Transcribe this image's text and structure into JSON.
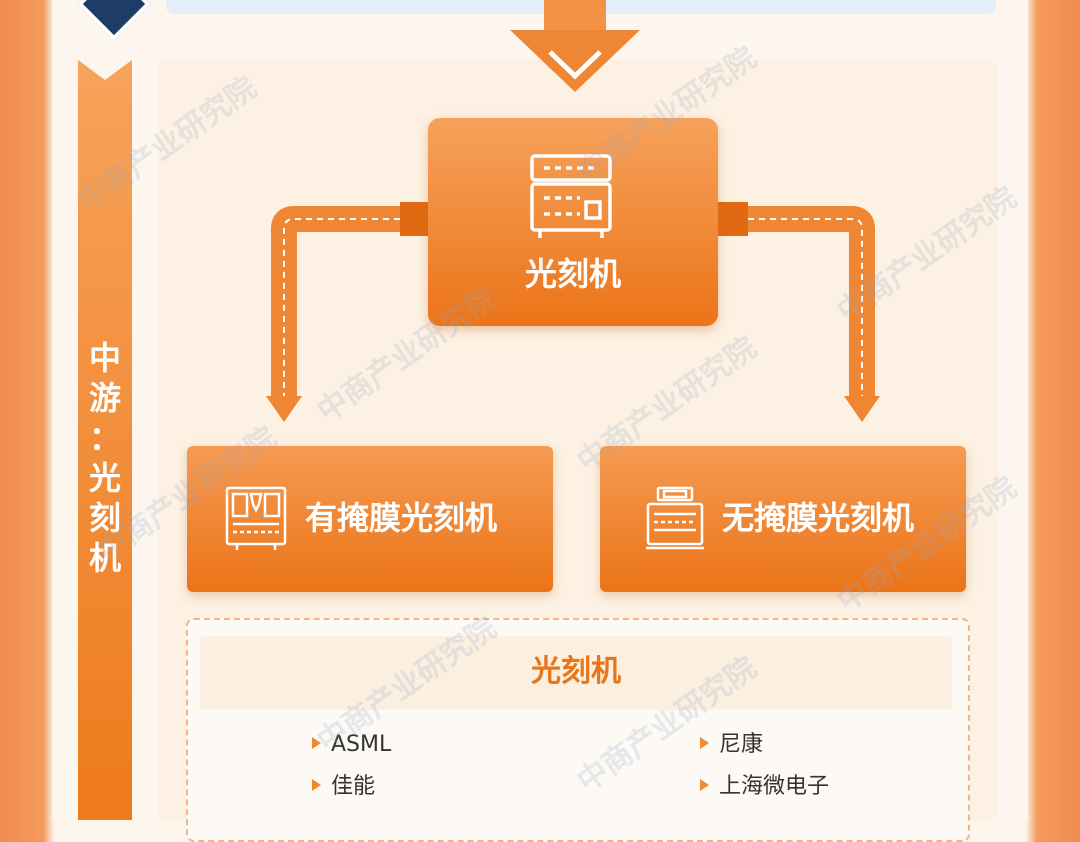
{
  "side_label": [
    "中",
    "游",
    "：",
    "光",
    "刻",
    "机"
  ],
  "main_node": {
    "label": "光刻机",
    "icon": "lithography-machine-icon"
  },
  "sub_nodes": [
    {
      "label": "有掩膜光刻机",
      "icon": "mask-lithography-icon"
    },
    {
      "label": "无掩膜光刻机",
      "icon": "maskless-lithography-icon"
    }
  ],
  "companies_panel": {
    "title": "光刻机",
    "items": [
      "ASML",
      "尼康",
      "佳能",
      "上海微电子"
    ]
  },
  "watermark_text": "中商产业研究院",
  "colors": {
    "accent": "#ee7a1c",
    "accent_light": "#f6a25b",
    "navy": "#1e3d66",
    "panel": "#fcf1e2"
  }
}
